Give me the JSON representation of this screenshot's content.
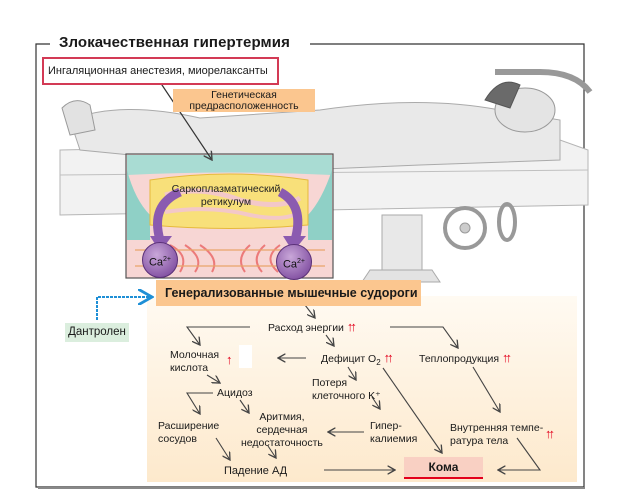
{
  "title": "Злокачественная гипертермия",
  "causes": {
    "trigger": "Ингаляционная анестезия, миорелаксанты",
    "genetic": [
      "Генетическая",
      "предрасположенность"
    ]
  },
  "muscle_cell": {
    "sr_label": [
      "Саркоплазматический",
      "ретикулум"
    ],
    "ion_left": "Ca",
    "ion_right": "Ca",
    "ion_charge": "2+"
  },
  "treatment": "Дантролен",
  "main_event": "Генерализованные мышечные судороги",
  "nodes": {
    "energy": "Расход энергии",
    "o2_deficit": "Дефицит O",
    "o2_sub": "2",
    "heat": "Теплопродукция",
    "lactic": [
      "Молочная",
      "кислота"
    ],
    "acidosis": "Ацидоз",
    "k_loss": [
      "Потеря",
      "клеточного K⁺"
    ],
    "vasodilation": [
      "Расширение",
      "сосудов"
    ],
    "arrhythmia": [
      "Аритмия,",
      "сердечная",
      "недостаточность"
    ],
    "hyperkalemia": [
      "Гипер-",
      "калиемия"
    ],
    "core_temp": [
      "Внутренняя темпе-",
      "ратура тела"
    ],
    "bp_drop": "Падение АД",
    "coma": "Кома"
  },
  "indicators": {
    "double_up": "↑↑",
    "single_up": "↑"
  },
  "colors": {
    "accent_red": "#e3001b",
    "orange_box": "#fbc68f",
    "green_box": "#dbeede",
    "frame_red": "#d33a55",
    "dantrolen_line": "#1e8fd6"
  }
}
